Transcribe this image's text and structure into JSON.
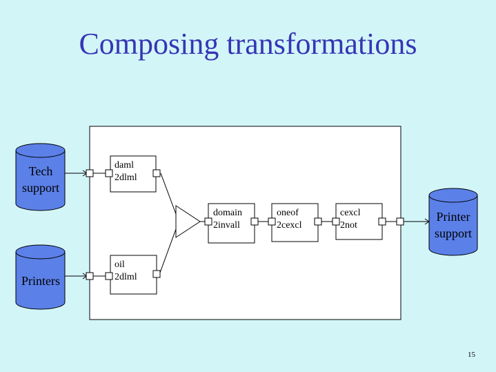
{
  "title": "Composing transformations",
  "page_number": "15",
  "sources": [
    {
      "line1": "Tech",
      "line2": "support"
    },
    {
      "line1": "Printers"
    }
  ],
  "sink": {
    "line1": "Printer",
    "line2": "support"
  },
  "transforms": [
    {
      "line1": "daml",
      "line2": "2dlml"
    },
    {
      "line1": "oil",
      "line2": "2dlml"
    },
    {
      "line1": "domain",
      "line2": "2invall"
    },
    {
      "line1": "oneof",
      "line2": "2cexcl"
    },
    {
      "line1": "cexcl",
      "line2": "2not"
    }
  ],
  "colors": {
    "background": "#d2f5f8",
    "title": "#3636b4",
    "cylinder": "#5b80e8"
  }
}
